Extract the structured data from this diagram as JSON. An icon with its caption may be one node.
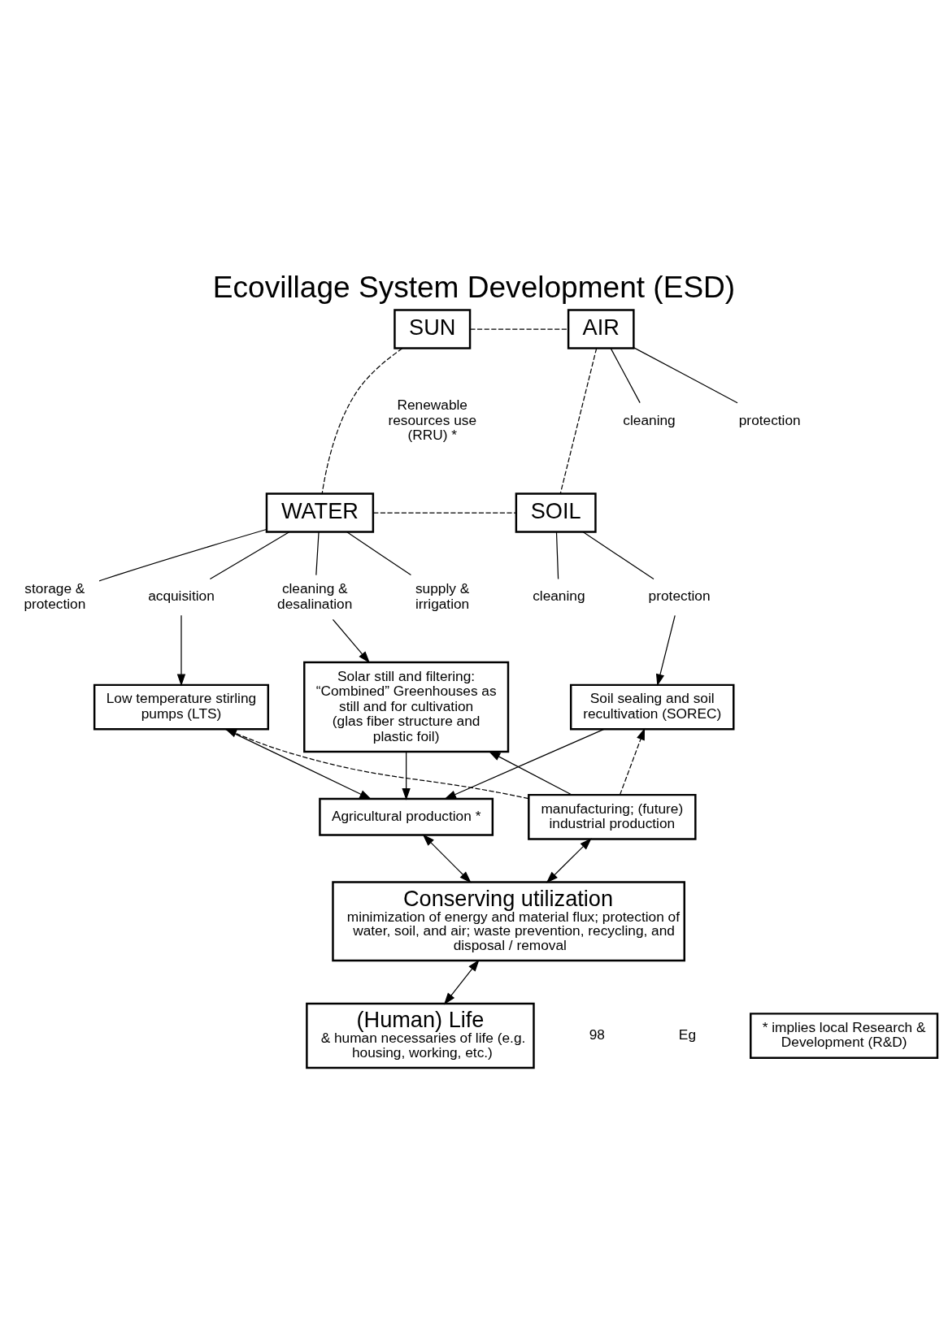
{
  "diagram": {
    "title": "Ecovillage System Development (ESD)",
    "nodes": [
      {
        "text": [
          "SUN"
        ]
      },
      {
        "text": [
          "AIR"
        ]
      },
      {
        "text": [
          "WATER"
        ]
      },
      {
        "text": [
          "SOIL"
        ]
      },
      {
        "text": [
          "cleaning"
        ]
      },
      {
        "text": [
          "protection"
        ]
      },
      {
        "text": [
          "storage & protection"
        ]
      },
      {
        "text": [
          "acquisition"
        ]
      },
      {
        "text": [
          "cleaning & desalination"
        ]
      },
      {
        "text": [
          "supply & irrigation"
        ]
      },
      {
        "text": [
          "cleaning"
        ]
      },
      {
        "text": [
          "protection"
        ]
      },
      {
        "text": [
          "Low temperature stirling pumps (LTS)"
        ]
      },
      {
        "text": [
          "Solar still and filtering: “Combined” Greenhouses as still and for cultivation (glas fiber structure and plastic foil)"
        ]
      },
      {
        "text": [
          "Soil sealing and soil recultivation (SOREC)"
        ]
      },
      {
        "text": [
          "Agricultural production *"
        ]
      },
      {
        "text": [
          "manufacturing; (future) industrial production"
        ]
      },
      {
        "text": [
          "Conserving utilization",
          "minimization of energy and material flux; protection of water, soil, and air; waste prevention, recycling, and disposal / removal"
        ]
      },
      {
        "text": [
          "(Human) Life",
          "& human necessaries of life (e.g. housing, working, etc.)"
        ]
      },
      {
        "text": [
          "* implies local Research & Development (R&D)"
        ]
      }
    ],
    "edges": [
      {
        "from": 0,
        "to": 1,
        "arrow": "none",
        "style": "dashed"
      },
      {
        "from": 0,
        "to": 2,
        "arrow": "none",
        "style": "dashed"
      },
      {
        "from": 1,
        "to": 3,
        "arrow": "none",
        "style": "dashed"
      },
      {
        "from": 2,
        "to": 3,
        "arrow": "none",
        "style": "dashed"
      },
      {
        "from": 1,
        "to": 4,
        "arrow": "none"
      },
      {
        "from": 1,
        "to": 5,
        "arrow": "none"
      },
      {
        "from": 2,
        "to": 6,
        "arrow": "none"
      },
      {
        "from": 2,
        "to": 7,
        "arrow": "none"
      },
      {
        "from": 2,
        "to": 8,
        "arrow": "none"
      },
      {
        "from": 2,
        "to": 9,
        "arrow": "none"
      },
      {
        "from": 3,
        "to": 10,
        "arrow": "none"
      },
      {
        "from": 3,
        "to": 11,
        "arrow": "none"
      },
      {
        "from": 7,
        "to": 12,
        "arrow": "to"
      },
      {
        "from": 8,
        "to": 13,
        "arrow": "to"
      },
      {
        "from": 11,
        "to": 14,
        "arrow": "to"
      },
      {
        "from": 12,
        "to": 15,
        "arrow": "to"
      },
      {
        "from": 13,
        "to": 15,
        "arrow": "to"
      },
      {
        "from": 14,
        "to": 15,
        "arrow": "to"
      },
      {
        "from": 16,
        "to": 12,
        "arrow": "to",
        "style": "dashed"
      },
      {
        "from": 16,
        "to": 13,
        "arrow": "to"
      },
      {
        "from": 16,
        "to": 14,
        "arrow": "to",
        "style": "dashed"
      },
      {
        "from": 15,
        "to": 17,
        "arrow": "both"
      },
      {
        "from": 16,
        "to": 17,
        "arrow": "both"
      },
      {
        "from": 17,
        "to": 18,
        "arrow": "both"
      }
    ],
    "labels": [
      "Renewable resources use (RRU) *",
      "98",
      "Eg"
    ]
  }
}
